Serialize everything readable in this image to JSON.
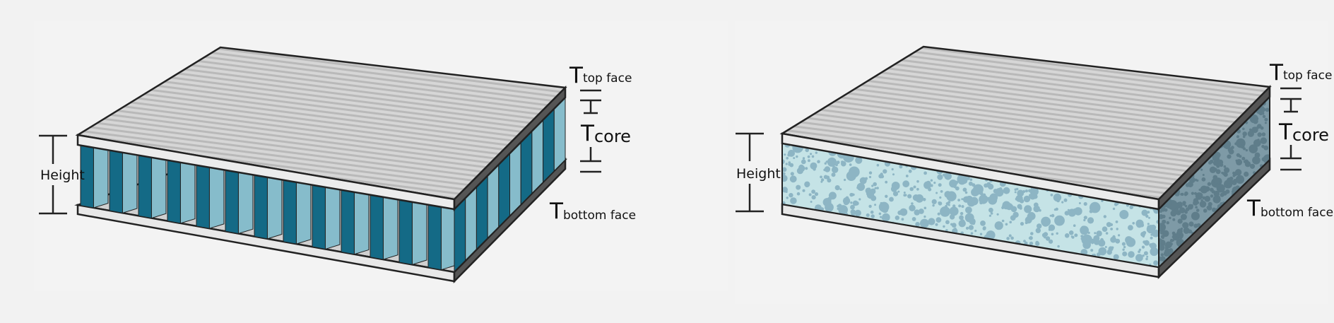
{
  "panels": [
    {
      "core_type": "honeycomb",
      "labels": {
        "height": "Height",
        "t_symbol": "T",
        "top_face": "top face",
        "core": "core",
        "bottom_face": "bottom face"
      }
    },
    {
      "core_type": "foam",
      "labels": {
        "height": "Height",
        "t_symbol": "T",
        "top_face": "top face",
        "core": "core",
        "bottom_face": "bottom face"
      }
    }
  ],
  "colors": {
    "background": "#f2f2f2",
    "panel_background": "#f3f3f3",
    "face_top": "#d4d4d4",
    "face_side": "#e8e8e8",
    "face_edge": "#555555",
    "honeycomb_dark": "#146a86",
    "honeycomb_light": "#86bccb",
    "foam_front": "#c5e3e6",
    "foam_side": "#7e9aa6",
    "bubble": "#8db5c4",
    "outline": "#222222"
  }
}
